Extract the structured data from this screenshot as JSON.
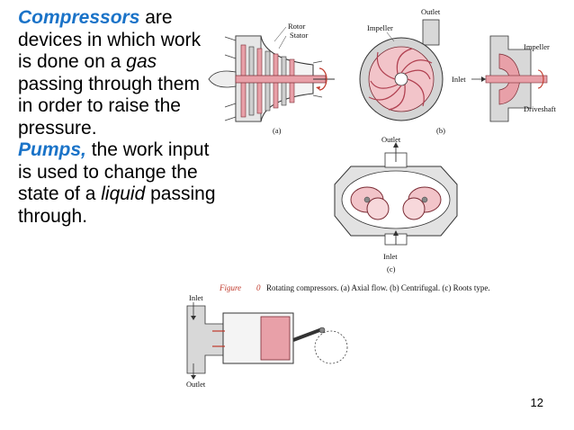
{
  "slide": {
    "paragraph1": {
      "term": "Compressors",
      "rest": " are devices in which work is done on a ",
      "italic_word": "gas",
      "tail": " passing through them in order to raise the pressure."
    },
    "paragraph2": {
      "term": "Pumps,",
      "rest": " the work input is used to change the state of a ",
      "italic_word": "liquid",
      "tail": " passing through."
    },
    "page_number": "12"
  },
  "figure": {
    "axial_labels": {
      "rotor": "Rotor",
      "stator": "Stator",
      "sub": "(a)"
    },
    "centrifugal_labels": {
      "impeller": "Impeller",
      "outlet": "Outlet",
      "sub": "(b)"
    },
    "side_labels": {
      "impeller": "Impeller",
      "inlet": "Inlet",
      "driveshaft": "Driveshaft"
    },
    "roots_labels": {
      "outlet": "Outlet",
      "inlet": "Inlet",
      "sub": "(c)"
    },
    "caption_figure": "Figure",
    "caption_number": "0",
    "caption_text": "Rotating compressors. (a) Axial flow. (b) Centrifugal. (c) Roots type.",
    "piston_labels": {
      "inlet": "Inlet",
      "outlet": "Outlet"
    },
    "colors": {
      "accent": "#1a73c8",
      "pink": "#e8a0a8",
      "pink_dark": "#c0505c",
      "red": "#c0392b",
      "gray": "#8a8a8a"
    }
  }
}
